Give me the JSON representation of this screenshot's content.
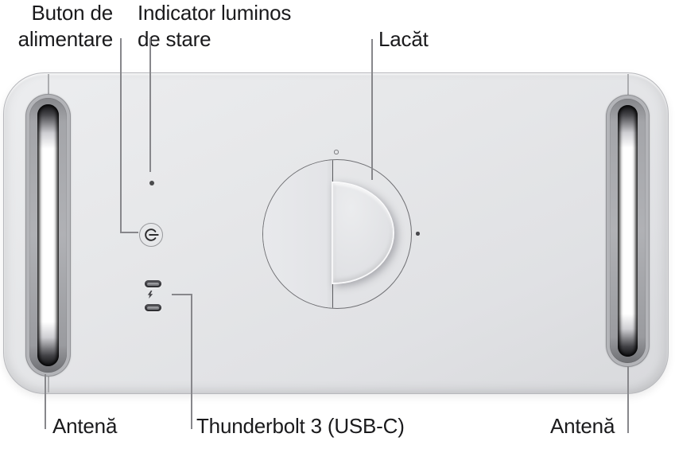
{
  "labels": {
    "power_button": [
      "Buton de",
      "alimentare"
    ],
    "status_light": [
      "Indicator luminos",
      "de stare"
    ],
    "latch": "Lacăt",
    "antenna_left": "Antenă",
    "thunderbolt_ports": "Thunderbolt 3 (USB-C)",
    "antenna_right": "Antenă"
  },
  "icons": {
    "power": "power-icon",
    "status_light": "status-light-dot",
    "thunderbolt": "thunderbolt-icon",
    "latch": "latch-dial",
    "lock_mark": "lock-position-dot",
    "unlock_mark": "unlock-position-ring"
  },
  "colors": {
    "background": "#ffffff",
    "case": "#e3e4e7",
    "label_text": "#1a1a1c",
    "callout_line": "#87878b",
    "antenna_glow": "#ffffff",
    "port_dark": "#2c2c30"
  }
}
